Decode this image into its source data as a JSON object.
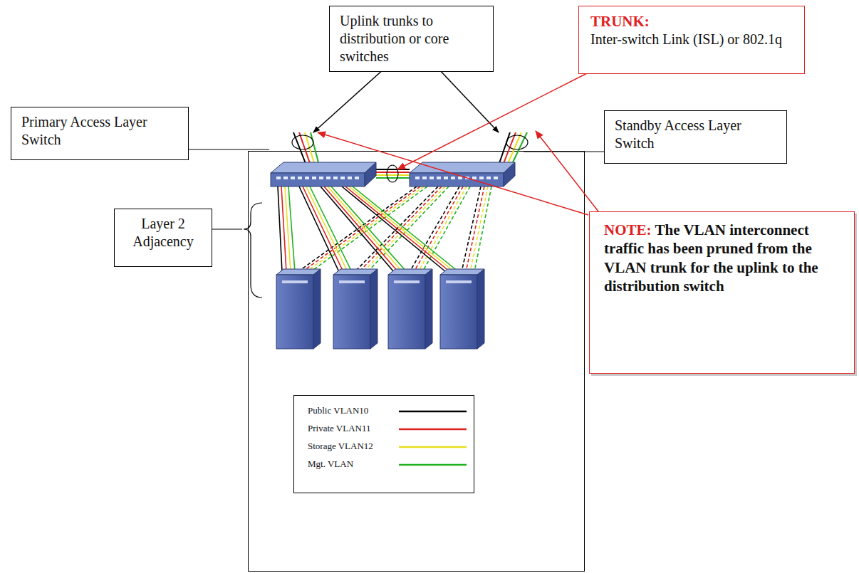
{
  "diagram": {
    "nodes": [
      {
        "text": [
          "Uplink trunks to distribution or core switches"
        ]
      },
      {
        "text": [
          "TRUNK:",
          "Inter-switch Link (ISL) or 802.1q"
        ]
      },
      {
        "text": [
          "Primary Access Layer Switch"
        ]
      },
      {
        "text": [
          "Standby Access Layer Switch"
        ]
      },
      {
        "text": [
          "Layer 2 Adjacency"
        ]
      },
      {
        "text": [
          "NOTE:",
          "The VLAN interconnect traffic has been pruned from the VLAN trunk for the uplink to the distribution switch"
        ]
      }
    ],
    "legend": [
      {
        "text": "Public VLAN10"
      },
      {
        "text": "Private VLAN11"
      },
      {
        "text": "Storage VLAN12"
      },
      {
        "text": "Mgt. VLAN"
      }
    ]
  }
}
